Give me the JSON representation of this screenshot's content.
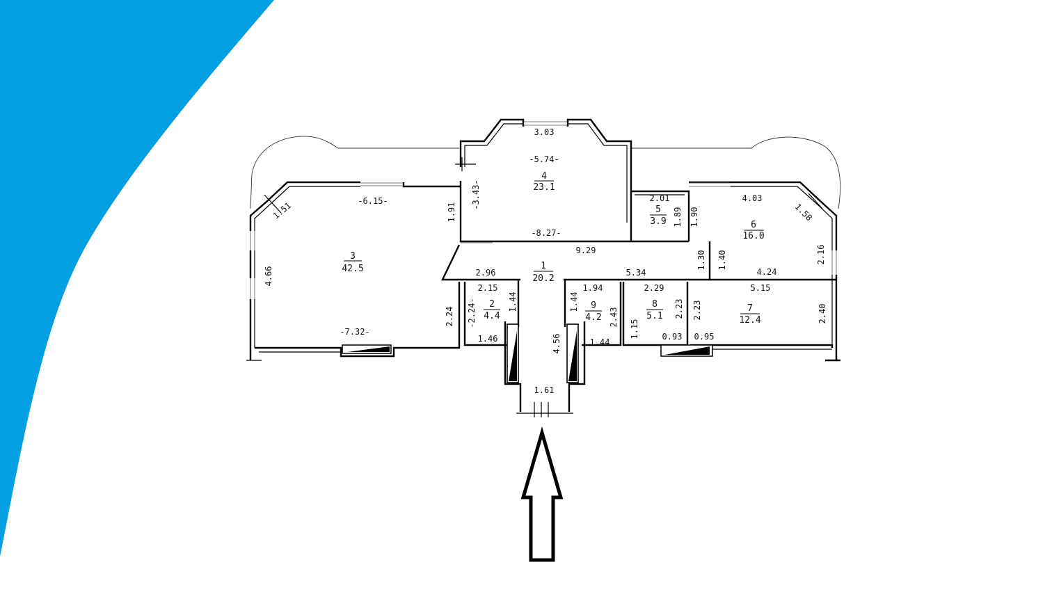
{
  "colors": {
    "accent_blue": "#039fe3",
    "line": "#000000",
    "background": "#ffffff"
  },
  "icons": {
    "entrance": "up-arrow-icon"
  },
  "rooms": [
    {
      "number": "1",
      "area": "20.2"
    },
    {
      "number": "2",
      "area": "4.4"
    },
    {
      "number": "3",
      "area": "42.5"
    },
    {
      "number": "4",
      "area": "23.1"
    },
    {
      "number": "5",
      "area": "3.9"
    },
    {
      "number": "6",
      "area": "16.0"
    },
    {
      "number": "7",
      "area": "12.4"
    },
    {
      "number": "8",
      "area": "5.1"
    },
    {
      "number": "9",
      "area": "4.2"
    }
  ],
  "dimensions": {
    "d_3_03": "3.03",
    "d_5_74": "-5.74-",
    "d_3_43": "-3.43-",
    "d_6_15": "-6.15-",
    "d_1_51": "1.51",
    "d_1_91": "1.91",
    "d_2_01": "2.01",
    "d_1_89": "1.89",
    "d_1_90": "1.90",
    "d_4_03": "4.03",
    "d_1_58": "1.58",
    "d_8_27": "-8.27-",
    "d_9_29": "9.29",
    "d_4_66": "4.66",
    "d_2_96": "2.96",
    "d_5_34": "5.34",
    "d_1_30": "1.30",
    "d_1_40": "1.40",
    "d_4_24": "4.24",
    "d_2_16": "2.16",
    "d_2_15": "2.15",
    "d_1_94": "1.94",
    "d_2_29": "2.29",
    "d_5_15": "5.15",
    "d_1_44a": "1.44",
    "d_1_44b": "1.44",
    "d_2_24a": "-2.24-",
    "d_2_24b": "2.24",
    "d_2_43": "2.43",
    "d_2_23a": "2.23",
    "d_2_23b": "2.23",
    "d_2_40": "2.40",
    "d_1_15": "1.15",
    "d_7_32": "-7.32-",
    "d_1_46": "1.46",
    "d_4_56": "4.56",
    "d_1_44c": "1.44",
    "d_0_93": "0.93",
    "d_0_95": "0.95",
    "d_1_61": "1.61"
  }
}
